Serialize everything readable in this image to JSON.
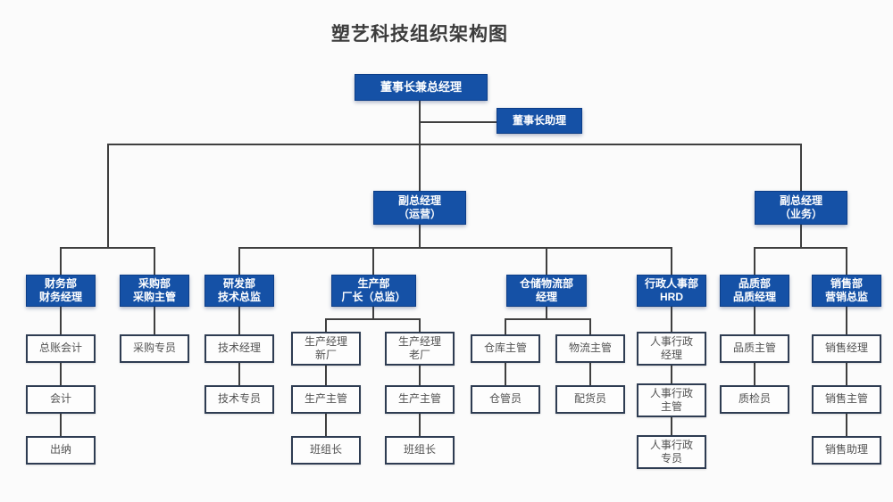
{
  "title": "塑艺科技组织架构图",
  "colors": {
    "box_blue": "#1551a6",
    "box_blue_border": "#0c3d87",
    "white_box_border": "#2e3c52",
    "connector_line": "#3f3f3f"
  },
  "nodes": {
    "chairman": "董事长兼总经理",
    "assistant": "董事长助理",
    "vp_ops": "副总经理\n（运营）",
    "vp_biz": "副总经理\n（业务）",
    "dept_finance": "财务部\n财务经理",
    "dept_purchasing": "采购部\n采购主管",
    "dept_rd": "研发部\n技术总监",
    "dept_production": "生产部\n厂长（总监）",
    "dept_warehouse": "仓储物流部\n经理",
    "dept_hr": "行政人事部\nHRD",
    "dept_quality": "品质部\n品质经理",
    "dept_sales": "销售部\n营销总监",
    "gl_accountant": "总账会计",
    "accountant": "会计",
    "cashier": "出纳",
    "purchasing_specialist": "采购专员",
    "tech_manager": "技术经理",
    "tech_specialist": "技术专员",
    "prod_mgr_new": "生产经理\n新厂",
    "prod_sup_new": "生产主管",
    "team_leader_new": "班组长",
    "prod_mgr_old": "生产经理\n老厂",
    "prod_sup_old": "生产主管",
    "team_leader_old": "班组长",
    "warehouse_sup": "仓库主管",
    "warehouse_keeper": "仓管员",
    "logistics_sup": "物流主管",
    "picker": "配货员",
    "hr_admin_manager": "人事行政\n经理",
    "hr_admin_supervisor": "人事行政\n主管",
    "hr_admin_specialist": "人事行政\n专员",
    "quality_sup": "品质主管",
    "inspector": "质检员",
    "sales_manager": "销售经理",
    "sales_supervisor": "销售主管",
    "sales_assistant": "销售助理"
  }
}
